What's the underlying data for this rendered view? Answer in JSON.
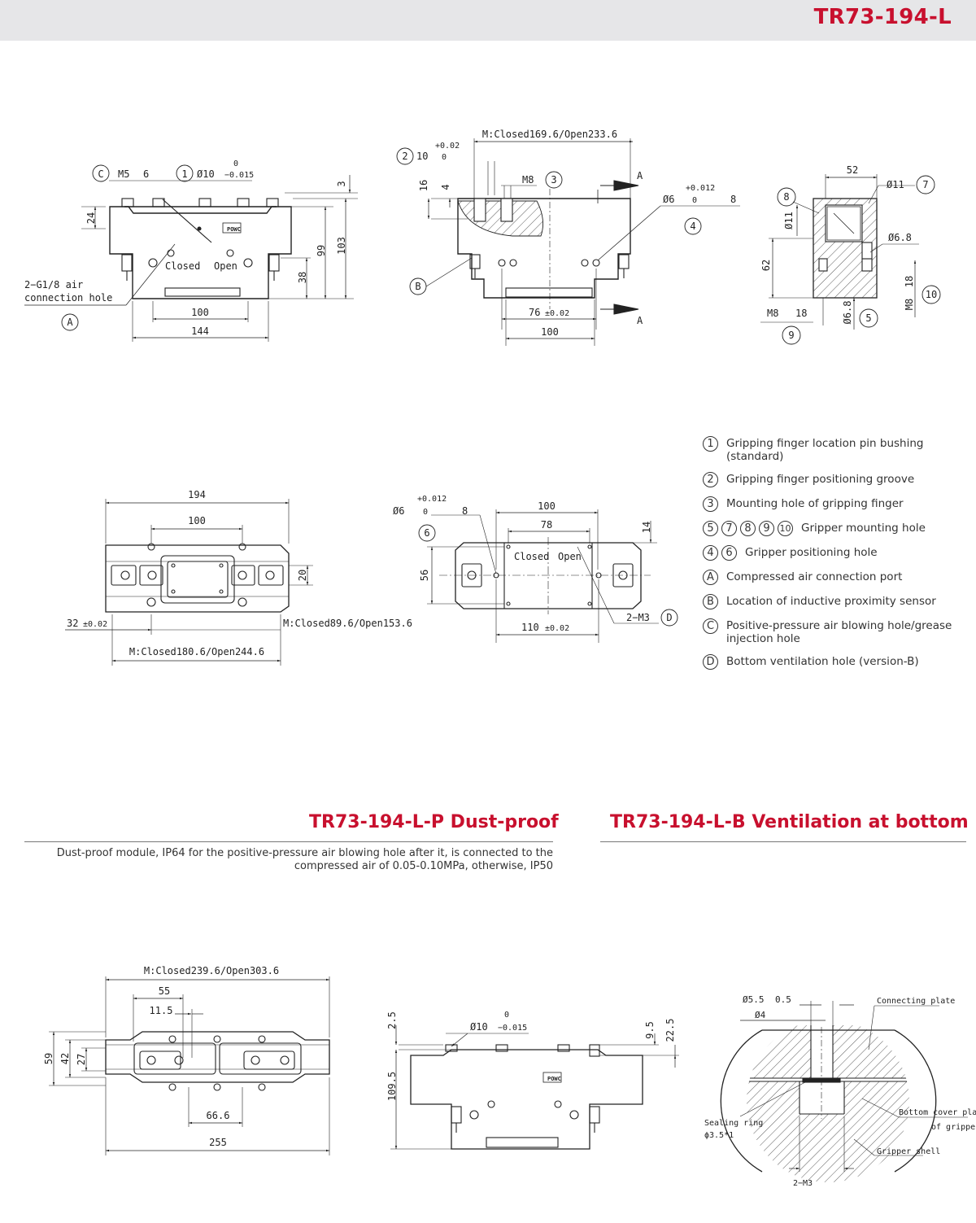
{
  "header": {
    "title": "TR73-194-L"
  },
  "legend": [
    {
      "marks": [
        "1"
      ],
      "text": "Gripping finger location pin bushing (standard)"
    },
    {
      "marks": [
        "2"
      ],
      "text": "Gripping finger positioning groove"
    },
    {
      "marks": [
        "3"
      ],
      "text": "Mounting hole of gripping finger"
    },
    {
      "marks": [
        "5",
        "7",
        "8",
        "9",
        "10"
      ],
      "text": "Gripper mounting hole"
    },
    {
      "marks": [
        "4",
        "6"
      ],
      "text": "Gripper positioning hole"
    },
    {
      "marks": [
        "A"
      ],
      "text": "Compressed air connection port"
    },
    {
      "marks": [
        "B"
      ],
      "text": "Location of inductive proximity sensor"
    },
    {
      "marks": [
        "C"
      ],
      "text": "Positive-pressure air blowing hole/grease injection hole"
    },
    {
      "marks": [
        "D"
      ],
      "text": "Bottom ventilation hole (version-B)"
    }
  ],
  "sections": {
    "dust_proof": {
      "title": "TR73-194-L-P Dust-proof",
      "description": "Dust-proof module, IP64 for the positive-pressure air blowing hole after it, is connected to the compressed air of 0.05-0.10MPa, otherwise, IP50"
    },
    "ventilation": {
      "title": "TR73-194-L-B Ventilation at bottom"
    }
  },
  "views": {
    "front": {
      "c_label": "C",
      "c_dim": "M5",
      "c_depth": "6",
      "pin_label": "1",
      "pin_dim": "Ø10",
      "pin_tol_up": "0",
      "pin_tol_low": "−0.015",
      "d24": "24",
      "d3": "3",
      "d99": "99",
      "d103": "103",
      "d38": "38",
      "closed": "Closed",
      "open": "Open",
      "air_note1": "2−G1/8 air",
      "air_note2": "connection hole",
      "a_label": "A",
      "d100": "100",
      "d144": "144"
    },
    "side": {
      "stroke": "M:Closed169.6/Open233.6",
      "groove_label": "2",
      "groove_dim": "10",
      "groove_tol_up": "+0.02",
      "groove_tol_low": "0",
      "d16": "16",
      "d4": "4",
      "m8": "M8",
      "hole_label": "3",
      "section": "A",
      "pos_dim": "Ø6",
      "pos_tol_up": "+0.012",
      "pos_tol_low": "0",
      "pos_depth": "8",
      "pos_label": "4",
      "b_label": "B",
      "d76": "76",
      "d76_tol": "±0.02",
      "d100": "100"
    },
    "section_view": {
      "d52": "52",
      "d11": "Ø11",
      "label7": "7",
      "label8": "8",
      "d11v": "Ø11",
      "d68": "Ø6.8",
      "d62": "62",
      "m8_18": "M8",
      "depth18": "18",
      "label9": "9",
      "d68b": "Ø6.8",
      "label5": "5",
      "m8v": "M8",
      "depth18v": "18",
      "label10": "10"
    },
    "top": {
      "d194": "194",
      "d100": "100",
      "d20": "20",
      "d32": "32",
      "d32_tol": "±0.02",
      "stroke_small": "M:Closed89.6/Open153.6",
      "stroke": "M:Closed180.6/Open244.6"
    },
    "bottom": {
      "pos_dim": "Ø6",
      "pos_tol_up": "+0.012",
      "pos_tol_low": "0",
      "pos_depth": "8",
      "label6": "6",
      "d100": "100",
      "d78": "78",
      "d14": "14",
      "d56": "56",
      "closed": "Closed",
      "open": "Open",
      "d110": "110",
      "d110_tol": "±0.02",
      "m3": "2−M3",
      "d_label": "D"
    },
    "dust_top": {
      "stroke": "M:Closed239.6/Open303.6",
      "d55": "55",
      "d115": "11.5",
      "d59": "59",
      "d42": "42",
      "d27": "27",
      "d666": "66.6",
      "d255": "255"
    },
    "dust_front": {
      "d25": "2.5",
      "pin_dim": "Ø10",
      "pin_tol_up": "0",
      "pin_tol_low": "−0.015",
      "d95": "9.5",
      "d225": "22.5",
      "d1095": "109.5"
    },
    "vent_detail": {
      "hole": "Ø5.5",
      "hole_depth": "0.5",
      "d4": "Ø4",
      "plate": "Connecting plate",
      "cover1": "Bottom cover plate",
      "cover2": "of gripper",
      "ring1": "Sealing ring",
      "ring2": "ϕ3.5*1",
      "shell": "Gripper shell",
      "m3": "2−M3"
    }
  },
  "logo_text": "POWC"
}
